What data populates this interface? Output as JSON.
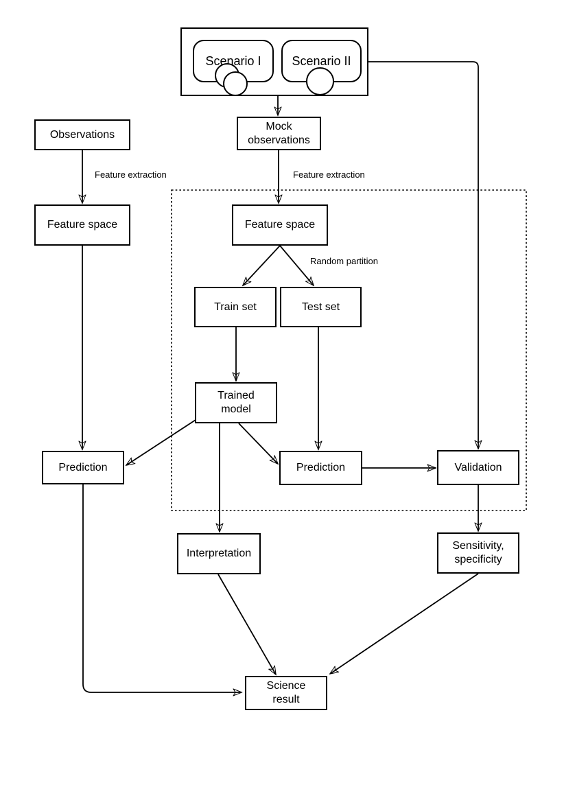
{
  "diagram": {
    "type": "flowchart",
    "colors": {
      "line": "#000000",
      "box_border": "#000000",
      "box_fill": "#ffffff",
      "background": "#ffffff"
    }
  },
  "nodes": {
    "scenario_1": {
      "label": "Scenario I"
    },
    "scenario_2": {
      "label": "Scenario II"
    },
    "mock_observations": {
      "label": "Mock\nobservations"
    },
    "observations": {
      "label": "Observations"
    },
    "feature_space_left": {
      "label": "Feature space"
    },
    "feature_space_center": {
      "label": "Feature space"
    },
    "train_set": {
      "label": "Train set"
    },
    "test_set": {
      "label": "Test set"
    },
    "trained_model": {
      "label": "Trained\nmodel"
    },
    "prediction_left": {
      "label": "Prediction"
    },
    "prediction_center": {
      "label": "Prediction"
    },
    "validation": {
      "label": "Validation"
    },
    "interpretation": {
      "label": "Interpretation"
    },
    "sensitivity_specificity": {
      "label": "Sensitivity,\nspecificity"
    },
    "science_result": {
      "label": "Science\nresult"
    }
  },
  "edge_labels": {
    "feature_extraction_left": "Feature extraction",
    "feature_extraction_center": "Feature extraction",
    "random_partition": "Random partition"
  }
}
